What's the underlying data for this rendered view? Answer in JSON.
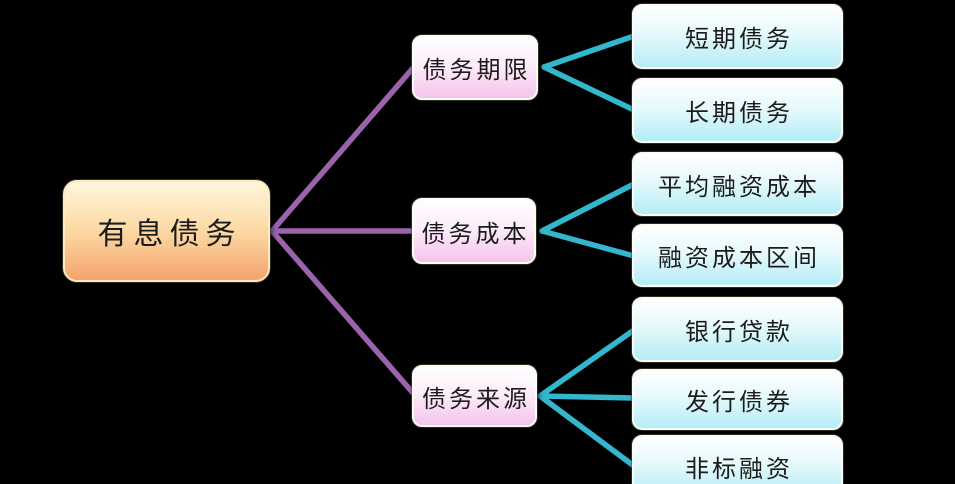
{
  "diagram": {
    "root": {
      "label": "有息债务"
    },
    "branches": [
      {
        "label": "债务期限",
        "children": [
          {
            "label": "短期债务"
          },
          {
            "label": "长期债务"
          }
        ]
      },
      {
        "label": "债务成本",
        "children": [
          {
            "label": "平均融资成本"
          },
          {
            "label": "融资成本区间"
          }
        ]
      },
      {
        "label": "债务来源",
        "children": [
          {
            "label": "银行贷款"
          },
          {
            "label": "发行债券"
          },
          {
            "label": "非标融资"
          }
        ]
      }
    ]
  },
  "colors": {
    "background": "#000000",
    "text": "#1c1c1c",
    "root-line": "#9a63ac",
    "branch-line": "#32b7cd",
    "root-grad-top": "#fff7da",
    "root-grad-bottom": "#f5a36d",
    "root-border": "#ffe9c4",
    "branch-grad-top": "#ffffff",
    "branch-grad-bottom": "#f5c3ec",
    "leaf-grad-top": "#ffffff",
    "leaf-grad-bottom": "#b4edf5",
    "node-border": "#fcfcf6"
  }
}
